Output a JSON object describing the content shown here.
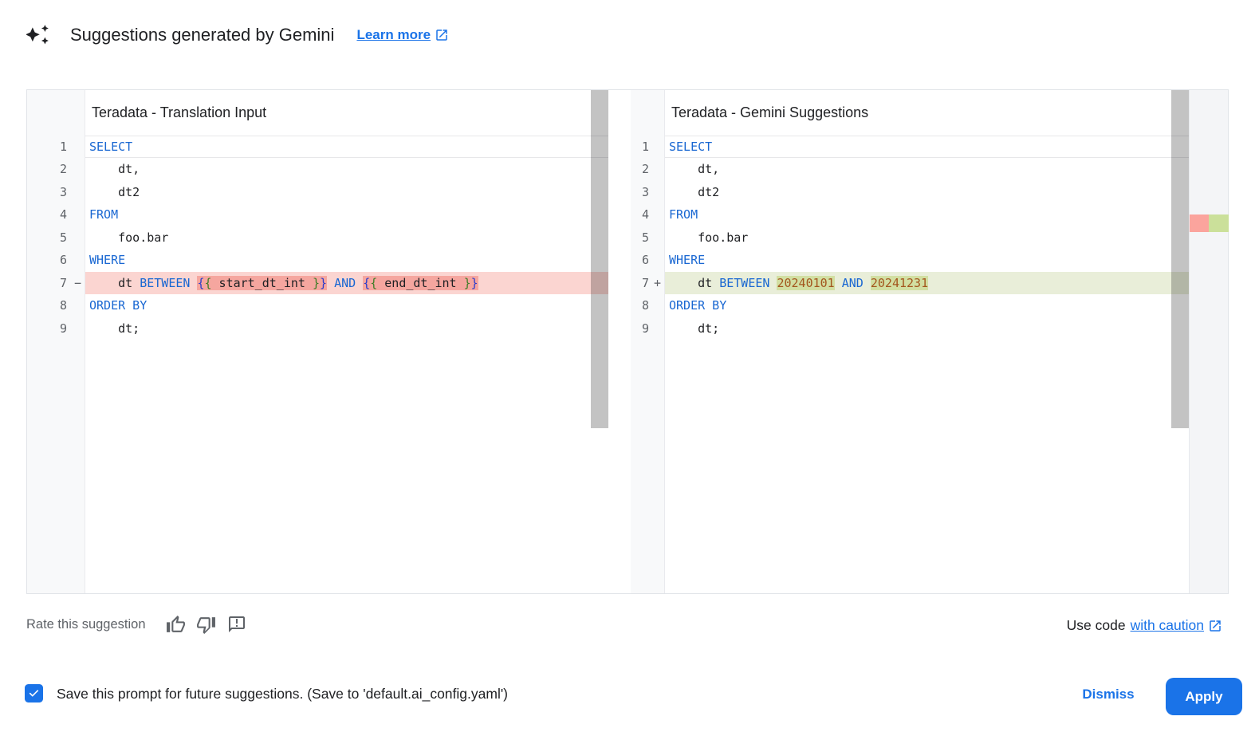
{
  "header": {
    "title": "Suggestions generated by Gemini",
    "learn_more_label": "Learn more"
  },
  "diff": {
    "panels": [
      {
        "title": "Teradata - Translation Input",
        "change_type": "removed",
        "changed_line_number": 7,
        "lines": [
          {
            "n": 1,
            "active": true,
            "tokens": [
              {
                "t": "SELECT",
                "c": "kw"
              }
            ]
          },
          {
            "n": 2,
            "tokens": [
              {
                "t": "    dt,"
              }
            ]
          },
          {
            "n": 3,
            "tokens": [
              {
                "t": "    dt2"
              }
            ]
          },
          {
            "n": 4,
            "tokens": [
              {
                "t": "FROM",
                "c": "kw"
              }
            ]
          },
          {
            "n": 5,
            "tokens": [
              {
                "t": "    foo.bar"
              }
            ]
          },
          {
            "n": 6,
            "tokens": [
              {
                "t": "WHERE",
                "c": "kw"
              }
            ]
          },
          {
            "n": 7,
            "marker": "−",
            "change": "removed",
            "tokens": [
              {
                "t": "    dt "
              },
              {
                "t": "BETWEEN",
                "c": "kw"
              },
              {
                "t": " "
              },
              {
                "t": "{",
                "c": "bO",
                "bg": true
              },
              {
                "t": "{",
                "c": "bI",
                "bg": true
              },
              {
                "t": " start_dt_int ",
                "bg": true
              },
              {
                "t": "}",
                "c": "bI",
                "bg": true
              },
              {
                "t": "}",
                "c": "bO",
                "bg": true
              },
              {
                "t": " "
              },
              {
                "t": "AND",
                "c": "kw"
              },
              {
                "t": " "
              },
              {
                "t": "{",
                "c": "bO",
                "bg": true
              },
              {
                "t": "{",
                "c": "bI",
                "bg": true
              },
              {
                "t": " end_dt_int ",
                "bg": true
              },
              {
                "t": "}",
                "c": "bI",
                "bg": true
              },
              {
                "t": "}",
                "c": "bO",
                "bg": true
              }
            ]
          },
          {
            "n": 8,
            "tokens": [
              {
                "t": "ORDER BY",
                "c": "kw"
              }
            ]
          },
          {
            "n": 9,
            "tokens": [
              {
                "t": "    dt;"
              }
            ]
          }
        ]
      },
      {
        "title": "Teradata - Gemini Suggestions",
        "change_type": "added",
        "changed_line_number": 7,
        "lines": [
          {
            "n": 1,
            "active": true,
            "tokens": [
              {
                "t": "SELECT",
                "c": "kw"
              }
            ]
          },
          {
            "n": 2,
            "tokens": [
              {
                "t": "    dt,"
              }
            ]
          },
          {
            "n": 3,
            "tokens": [
              {
                "t": "    dt2"
              }
            ]
          },
          {
            "n": 4,
            "tokens": [
              {
                "t": "FROM",
                "c": "kw"
              }
            ]
          },
          {
            "n": 5,
            "tokens": [
              {
                "t": "    foo.bar"
              }
            ]
          },
          {
            "n": 6,
            "tokens": [
              {
                "t": "WHERE",
                "c": "kw"
              }
            ]
          },
          {
            "n": 7,
            "marker": "+",
            "change": "added",
            "tokens": [
              {
                "t": "    dt "
              },
              {
                "t": "BETWEEN",
                "c": "kw"
              },
              {
                "t": " "
              },
              {
                "t": "20240101",
                "c": "num",
                "bg": true
              },
              {
                "t": " "
              },
              {
                "t": "AND",
                "c": "kw"
              },
              {
                "t": " "
              },
              {
                "t": "20241231",
                "c": "num",
                "bg": true
              }
            ]
          },
          {
            "n": 8,
            "tokens": [
              {
                "t": "ORDER BY",
                "c": "kw"
              }
            ]
          },
          {
            "n": 9,
            "tokens": [
              {
                "t": "    dt;"
              }
            ]
          }
        ]
      }
    ],
    "colors": {
      "keyword": "#1967d2",
      "number": "#a3561d",
      "brace_outer": "#2b3ccc",
      "brace_inner": "#3d7d27",
      "removed_line_bg": "#fbd5d1",
      "removed_token_bg": "#f5a69f",
      "added_line_bg": "#e9eed9",
      "added_token_bg": "#d2dfa2",
      "overview_removed": "#fba49d",
      "overview_added": "#cbe09a"
    }
  },
  "rate": {
    "label": "Rate this suggestion"
  },
  "use_code": {
    "prefix": "Use code",
    "link_label": "with caution"
  },
  "footer": {
    "checkbox_checked": true,
    "save_label": "Save this prompt for future suggestions. (Save to 'default.ai_config.yaml')",
    "dismiss_label": "Dismiss",
    "apply_label": "Apply",
    "accent_color": "#1a73e8"
  }
}
